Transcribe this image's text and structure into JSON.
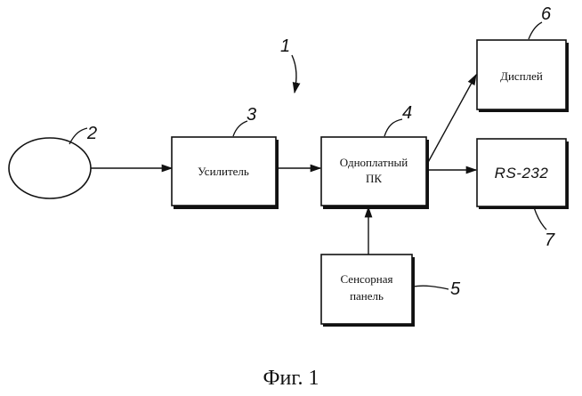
{
  "figure": {
    "caption": "Фиг. 1",
    "ref_main": "1"
  },
  "blocks": {
    "sensor": {
      "ref": "2"
    },
    "amplifier": {
      "ref": "3",
      "label": "Усилитель"
    },
    "pc": {
      "ref": "4",
      "label_line1": "Одноплатный",
      "label_line2": "ПК"
    },
    "touch": {
      "ref": "5",
      "label_line1": "Сенсорная",
      "label_line2": "панель"
    },
    "display": {
      "ref": "6",
      "label": "Дисплей"
    },
    "rs232": {
      "ref": "7",
      "label": "RS-232"
    }
  }
}
